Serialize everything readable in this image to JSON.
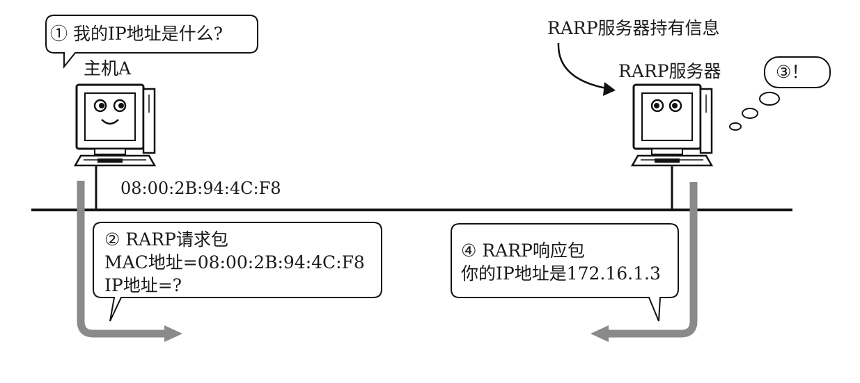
{
  "host_a": {
    "bubble": "① 我的IP地址是什么?",
    "label": "主机A",
    "mac": "08:00:2B:94:4C:F8"
  },
  "server": {
    "note": "RARP服务器持有信息",
    "label": "RARP服务器",
    "thought": "③！"
  },
  "request": {
    "title": "② RARP请求包",
    "line1": "MAC地址=08:00:2B:94:4C:F8",
    "line2": "IP地址=?"
  },
  "reply": {
    "title": "④ RARP响应包",
    "line1": "你的IP地址是172.16.1.3"
  }
}
